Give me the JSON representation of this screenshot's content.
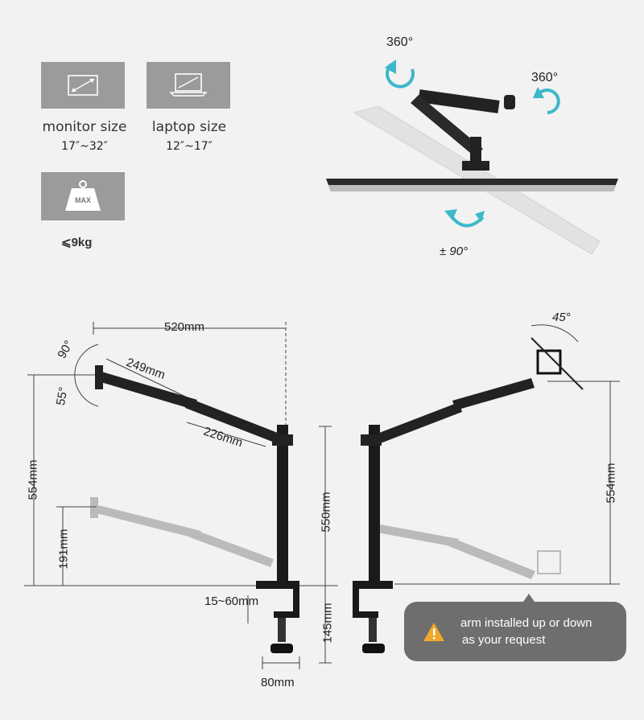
{
  "specs": {
    "monitor": {
      "label": "monitor size",
      "range": "17″~32″",
      "icon": "monitor-diagonal-icon"
    },
    "laptop": {
      "label": "laptop size",
      "range": "12″~17″",
      "icon": "laptop-diagonal-icon"
    },
    "weight": {
      "badge": "MAX",
      "label": "⩽9kg",
      "icon": "weight-icon"
    }
  },
  "rotation": {
    "arm_left": "360°",
    "arm_right": "360°",
    "tilt": "± 90°"
  },
  "dimensions": {
    "reach": "520mm",
    "arm1": "249mm",
    "arm2": "226mm",
    "tilt_up": "90°",
    "tilt_down": "55°",
    "height_total": "554mm",
    "height_low": "191mm",
    "pole": "550mm",
    "clamp_range": "15~60mm",
    "clamp_height": "145mm",
    "base_width": "80mm",
    "laptop_tilt": "45°",
    "height_right": "554mm"
  },
  "note": {
    "icon": "warning-icon",
    "line1": "arm installed up or down",
    "line2": "as your request"
  },
  "colors": {
    "accent": "#3bb8c9",
    "warning": "#f0a82a",
    "panel": "#9b9b9b"
  }
}
